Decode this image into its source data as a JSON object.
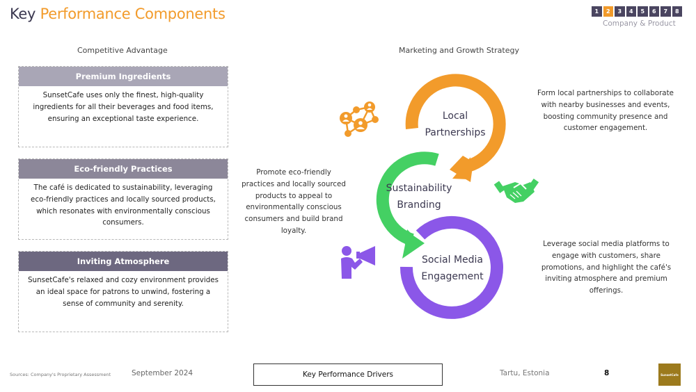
{
  "header": {
    "title_prefix": "Key",
    "title_highlight": "Performance Components",
    "nav_pages": [
      "1",
      "2",
      "3",
      "4",
      "5",
      "6",
      "7",
      "8"
    ],
    "nav_active": "2",
    "section_label": "Company & Product"
  },
  "left": {
    "heading": "Competitive Advantage",
    "cards": [
      {
        "title": "Premium Ingredients",
        "text": "SunsetCafe uses only the finest, high-quality ingredients for all their beverages and food items, ensuring an exceptional taste experience.",
        "color": "#a9a6b6"
      },
      {
        "title": "Eco-friendly Practices",
        "text": "The café is dedicated to sustainability, leveraging eco-friendly practices and locally sourced products, which resonates with environmentally conscious consumers.",
        "color": "#8c8799"
      },
      {
        "title": "Inviting Atmosphere",
        "text": "SunsetCafe's relaxed and cozy environment provides an ideal space for patrons to unwind, fostering a sense of community and serenity.",
        "color": "#6d6880"
      }
    ]
  },
  "right": {
    "heading": "Marketing and Growth Strategy",
    "rings": [
      {
        "label_1": "Local",
        "label_2": "Partnerships",
        "color": "#f29b2b",
        "icon": "network-people-icon",
        "description": "Form local partnerships to collaborate with nearby businesses and events, boosting community presence and customer engagement."
      },
      {
        "label_1": "Sustainability",
        "label_2": "Branding",
        "color": "#44d063",
        "icon": "handshake-icon",
        "description": "Promote eco-friendly practices and locally sourced products to appeal to environmentally conscious consumers and build brand loyalty."
      },
      {
        "label_1": "Social Media",
        "label_2": "Engagement",
        "color": "#8b57e8",
        "icon": "megaphone-person-icon",
        "description": "Leverage social media platforms to engage with customers, share promotions, and highlight the café's inviting atmosphere and premium offerings."
      }
    ]
  },
  "footer": {
    "sources": "Sources: Company's Proprietary Assessment",
    "date": "September 2024",
    "center_label": "Key Performance Drivers",
    "location": "Tartu, Estonia",
    "page": "8",
    "logo_text": "SunsetCafe",
    "logo_color": "#9c7a1d"
  }
}
